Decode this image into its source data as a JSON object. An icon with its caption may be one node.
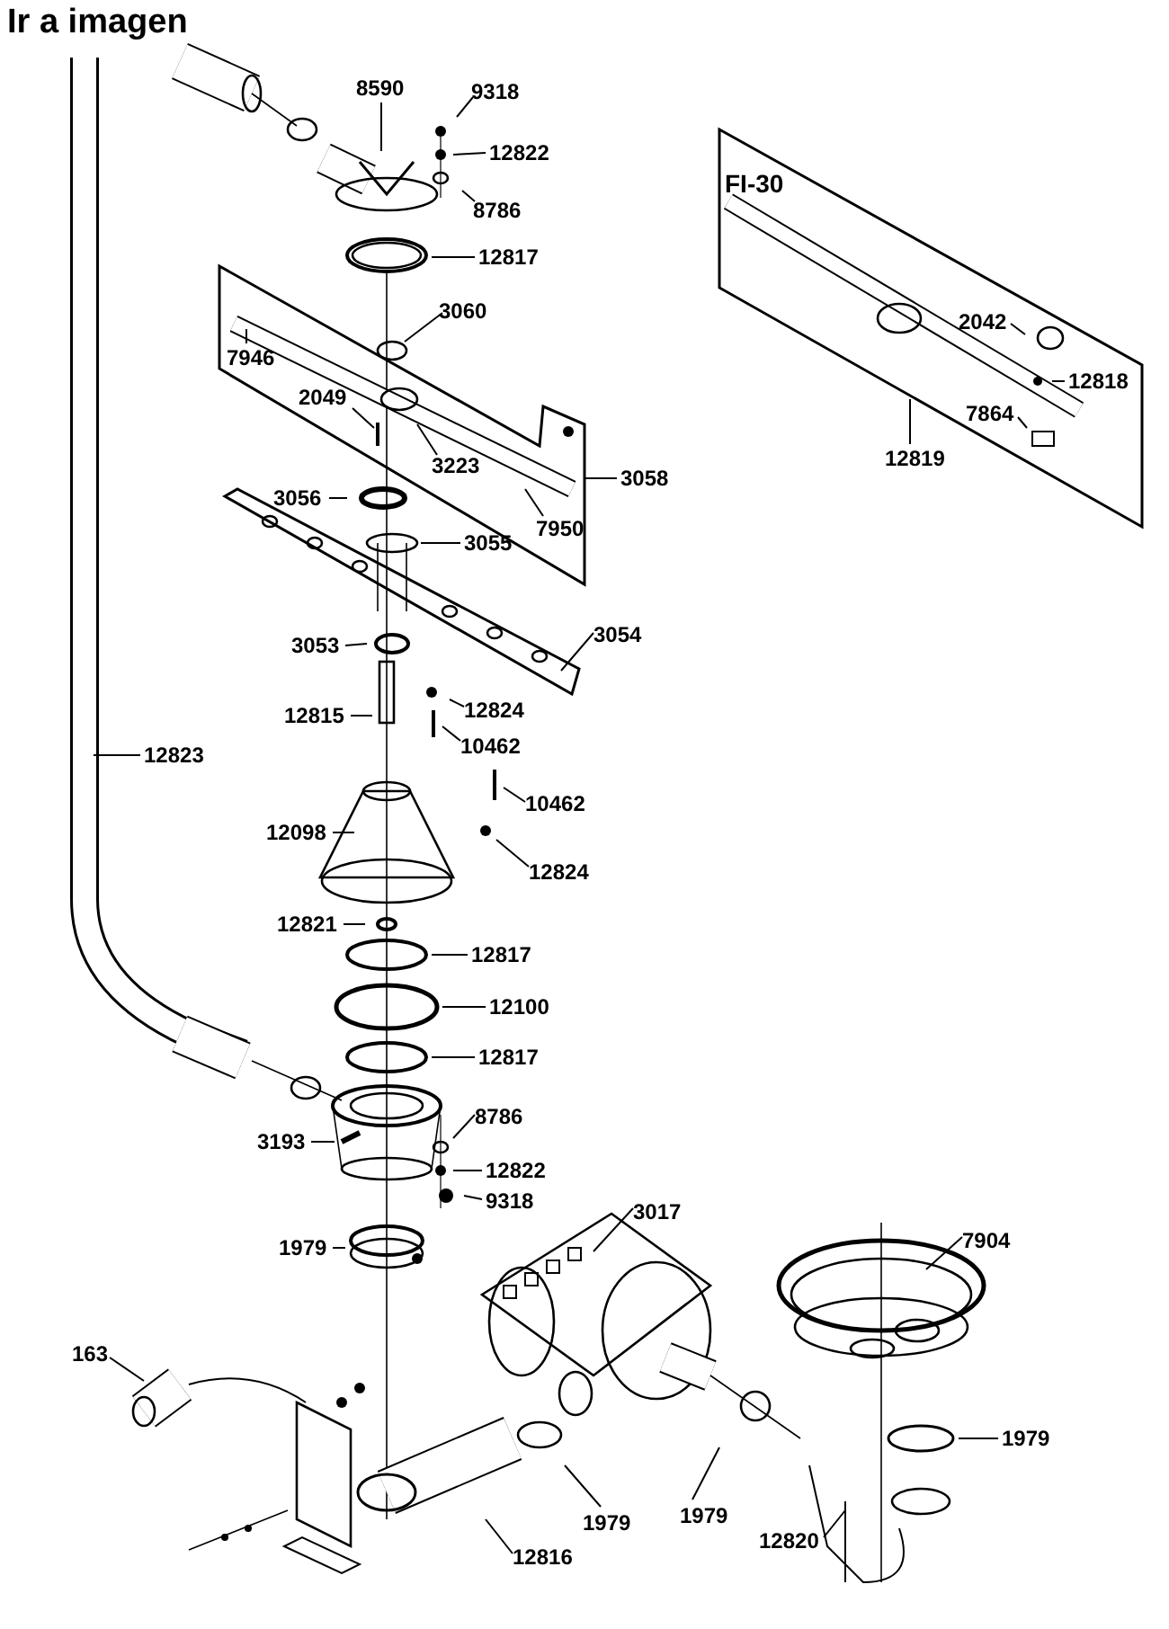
{
  "diagram": {
    "title": "Ir a imagen",
    "nodes": [
      {
        "text": [
          "8590"
        ]
      },
      {
        "text": [
          "9318"
        ]
      },
      {
        "text": [
          "12822"
        ]
      },
      {
        "text": [
          "8786"
        ]
      },
      {
        "text": [
          "12817"
        ]
      },
      {
        "text": [
          "3060"
        ]
      },
      {
        "text": [],
        "shape": "box"
      },
      {
        "text": [
          "7946"
        ],
        "in": 6
      },
      {
        "text": [
          "2049"
        ],
        "in": 6
      },
      {
        "text": [
          "3223"
        ],
        "in": 6
      },
      {
        "text": [
          "7950"
        ],
        "in": 6
      },
      {
        "text": [
          "3058"
        ]
      },
      {
        "text": [
          "3056"
        ]
      },
      {
        "text": [
          "3055"
        ]
      },
      {
        "text": [
          "3053"
        ]
      },
      {
        "text": [
          "3054"
        ]
      },
      {
        "text": [
          "12815"
        ]
      },
      {
        "text": [
          "12824"
        ]
      },
      {
        "text": [
          "10462"
        ]
      },
      {
        "text": [
          "10462"
        ]
      },
      {
        "text": [
          "12098"
        ]
      },
      {
        "text": [
          "12824"
        ]
      },
      {
        "text": [
          "12823"
        ]
      },
      {
        "text": [
          "12821"
        ]
      },
      {
        "text": [
          "12817"
        ]
      },
      {
        "text": [
          "12100"
        ]
      },
      {
        "text": [
          "12817"
        ]
      },
      {
        "text": [
          "3193"
        ]
      },
      {
        "text": [
          "8786"
        ]
      },
      {
        "text": [
          "12822"
        ]
      },
      {
        "text": [
          "9318"
        ]
      },
      {
        "text": [
          "1979"
        ]
      },
      {
        "text": [
          "3017"
        ]
      },
      {
        "text": [
          "7904"
        ]
      },
      {
        "text": [
          "163"
        ]
      },
      {
        "text": [
          "1979"
        ]
      },
      {
        "text": [
          "1979"
        ]
      },
      {
        "text": [
          "1979"
        ]
      },
      {
        "text": [
          "12816"
        ]
      },
      {
        "text": [
          "12820"
        ]
      },
      {
        "text": [
          "FI-30"
        ]
      },
      {
        "text": [
          "2042"
        ],
        "in": 40
      },
      {
        "text": [
          "12818"
        ],
        "in": 40
      },
      {
        "text": [
          "7864"
        ],
        "in": 40
      },
      {
        "text": [
          "12819"
        ]
      },
      {
        "text": [],
        "shape": "circle"
      }
    ],
    "edges": [
      {
        "from": 0,
        "to": null,
        "arrow": "none"
      },
      {
        "from": 1,
        "to": null,
        "arrow": "none"
      },
      {
        "from": 2,
        "to": null,
        "arrow": "none"
      },
      {
        "from": 3,
        "to": null,
        "arrow": "none"
      },
      {
        "from": 4,
        "to": null,
        "arrow": "none"
      },
      {
        "from": 5,
        "to": 45,
        "arrow": "none"
      },
      {
        "from": 7,
        "to": null,
        "arrow": "none"
      },
      {
        "from": 8,
        "to": null,
        "arrow": "none"
      },
      {
        "from": 9,
        "to": null,
        "arrow": "none"
      },
      {
        "from": 10,
        "to": null,
        "arrow": "none"
      },
      {
        "from": 11,
        "to": 6,
        "arrow": "none"
      },
      {
        "from": 12,
        "to": null,
        "arrow": "none"
      },
      {
        "from": 13,
        "to": null,
        "arrow": "none"
      },
      {
        "from": 14,
        "to": null,
        "arrow": "none"
      },
      {
        "from": 15,
        "to": null,
        "arrow": "none"
      },
      {
        "from": 16,
        "to": null,
        "arrow": "none"
      },
      {
        "from": 17,
        "to": null,
        "arrow": "none"
      },
      {
        "from": 18,
        "to": null,
        "arrow": "none"
      },
      {
        "from": 19,
        "to": null,
        "arrow": "none"
      },
      {
        "from": 20,
        "to": null,
        "arrow": "none"
      },
      {
        "from": 21,
        "to": null,
        "arrow": "none"
      },
      {
        "from": 22,
        "to": null,
        "arrow": "none"
      },
      {
        "from": 23,
        "to": null,
        "arrow": "none"
      },
      {
        "from": 24,
        "to": null,
        "arrow": "none"
      },
      {
        "from": 25,
        "to": null,
        "arrow": "none"
      },
      {
        "from": 26,
        "to": null,
        "arrow": "none"
      },
      {
        "from": 27,
        "to": null,
        "arrow": "none"
      },
      {
        "from": 28,
        "to": null,
        "arrow": "none"
      },
      {
        "from": 29,
        "to": null,
        "arrow": "none"
      },
      {
        "from": 30,
        "to": null,
        "arrow": "none"
      },
      {
        "from": 31,
        "to": null,
        "arrow": "none"
      },
      {
        "from": 32,
        "to": null,
        "arrow": "none"
      },
      {
        "from": 33,
        "to": null,
        "arrow": "none"
      },
      {
        "from": 34,
        "to": null,
        "arrow": "none"
      },
      {
        "from": 35,
        "to": null,
        "arrow": "none"
      },
      {
        "from": 36,
        "to": null,
        "arrow": "none"
      },
      {
        "from": 37,
        "to": null,
        "arrow": "none"
      },
      {
        "from": 38,
        "to": null,
        "arrow": "none"
      },
      {
        "from": 39,
        "to": null,
        "arrow": "none"
      },
      {
        "from": 41,
        "to": null,
        "arrow": "none"
      },
      {
        "from": 42,
        "to": null,
        "arrow": "none"
      },
      {
        "from": 43,
        "to": null,
        "arrow": "none"
      },
      {
        "from": 44,
        "to": 40,
        "arrow": "none"
      }
    ]
  }
}
